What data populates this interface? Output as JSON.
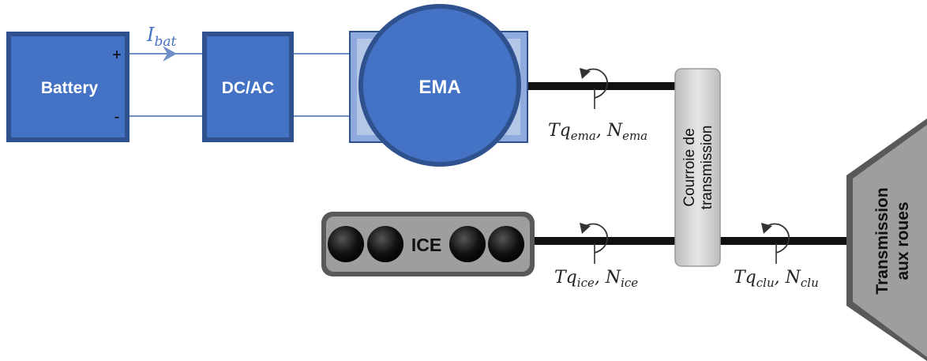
{
  "battery": {
    "label": "Battery",
    "plus": "+",
    "minus": "-"
  },
  "current": {
    "symbol": "I",
    "subscript": "bat"
  },
  "inverter": {
    "label": "DC/AC"
  },
  "ema": {
    "label": "EMA",
    "torque": "Tq",
    "torque_sub": "ema",
    "speed": "N",
    "speed_sub": "ema"
  },
  "belt": {
    "label_line1": "Courroie de",
    "label_line2": "transmission"
  },
  "ice": {
    "label": "ICE",
    "torque": "Tq",
    "torque_sub": "ice",
    "speed": "N",
    "speed_sub": "ice"
  },
  "clutch": {
    "torque": "Tq",
    "torque_sub": "clu",
    "speed": "N",
    "speed_sub": "clu"
  },
  "wheels": {
    "label_line1": "Transmission",
    "label_line2": "aux roues"
  },
  "colors": {
    "blue_fill": "#4472c4",
    "blue_dark": "#2f528f",
    "blue_light": "#b4c7e7",
    "wire": "#6f8fc9",
    "shaft": "#111111",
    "grey_box": "#808080",
    "belt_fill": "#d0d0d0"
  }
}
